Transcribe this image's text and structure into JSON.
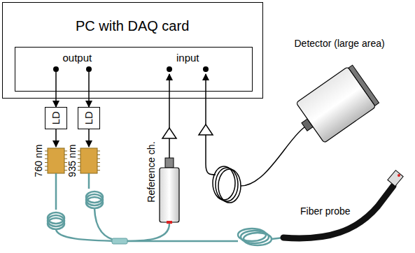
{
  "diagram": {
    "nodes": [
      {
        "text": [
          "PC with DAQ card"
        ]
      },
      {
        "text": [
          "output",
          "input"
        ],
        "in": 0
      },
      {
        "text": [
          "LD"
        ]
      },
      {
        "text": [
          "LD"
        ]
      }
    ],
    "edges": [
      {
        "from": 1,
        "to": 2,
        "arrow": "to"
      },
      {
        "from": 1,
        "to": 3,
        "arrow": "to"
      }
    ],
    "labels": [
      "Reference ch.",
      "760 nm",
      "935 nm",
      "Detector (large area)",
      "Fiber probe"
    ]
  }
}
